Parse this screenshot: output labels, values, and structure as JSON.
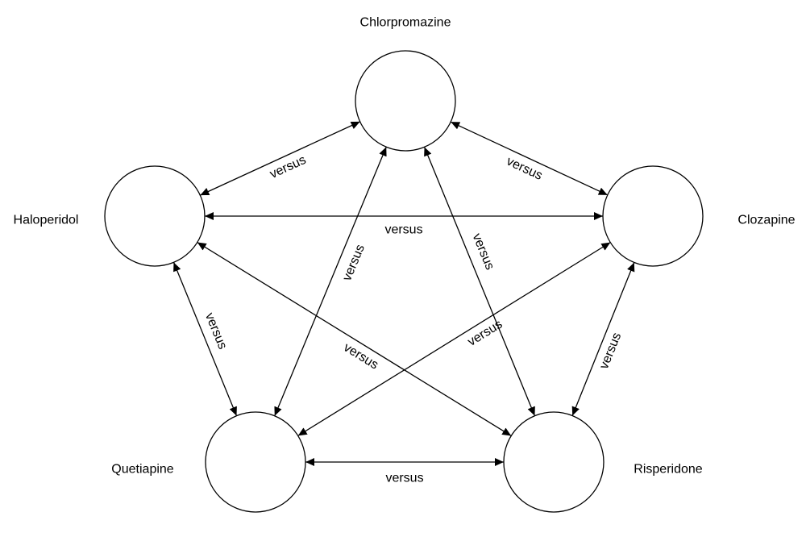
{
  "nodes": [
    {
      "id": "chlorpromazine",
      "label": "Chlorpromazine"
    },
    {
      "id": "haloperidol",
      "label": "Haloperidol"
    },
    {
      "id": "clozapine",
      "label": "Clozapine"
    },
    {
      "id": "quetiapine",
      "label": "Quetiapine"
    },
    {
      "id": "risperidone",
      "label": "Risperidone"
    }
  ],
  "edges": [
    {
      "from": "chlorpromazine",
      "to": "haloperidol",
      "label": "versus",
      "direction": "both"
    },
    {
      "from": "chlorpromazine",
      "to": "clozapine",
      "label": "versus",
      "direction": "both"
    },
    {
      "from": "chlorpromazine",
      "to": "quetiapine",
      "label": "versus",
      "direction": "both"
    },
    {
      "from": "chlorpromazine",
      "to": "risperidone",
      "label": "versus",
      "direction": "both"
    },
    {
      "from": "haloperidol",
      "to": "clozapine",
      "label": "versus",
      "direction": "both"
    },
    {
      "from": "haloperidol",
      "to": "quetiapine",
      "label": "versus",
      "direction": "both"
    },
    {
      "from": "haloperidol",
      "to": "risperidone",
      "label": "versus",
      "direction": "both"
    },
    {
      "from": "clozapine",
      "to": "quetiapine",
      "label": "versus",
      "direction": "both"
    },
    {
      "from": "clozapine",
      "to": "risperidone",
      "label": "versus",
      "direction": "both"
    },
    {
      "from": "quetiapine",
      "to": "risperidone",
      "label": "versus",
      "direction": "both"
    }
  ]
}
